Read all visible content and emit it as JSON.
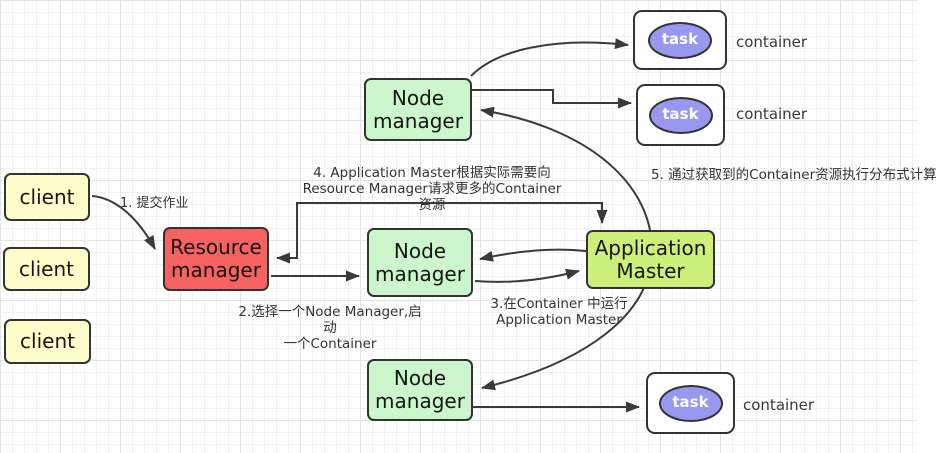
{
  "diagram": {
    "nodes": {
      "client1": {
        "label": "client"
      },
      "client2": {
        "label": "client"
      },
      "client3": {
        "label": "client"
      },
      "resource_manager": {
        "label": "Resource manager"
      },
      "node_manager_top": {
        "label": "Node manager"
      },
      "node_manager_middle": {
        "label": "Node manager"
      },
      "node_manager_bottom": {
        "label": "Node manager"
      },
      "application_master": {
        "label": "Application Master"
      },
      "task_top": {
        "label": "task"
      },
      "task_middle": {
        "label": "task"
      },
      "task_bottom": {
        "label": "task"
      },
      "container_top": {
        "label": "container"
      },
      "container_middle": {
        "label": "container"
      },
      "container_bottom": {
        "label": "container"
      }
    },
    "step_labels": {
      "step1": "1. 提交作业",
      "step2_line1": "2.选择一个Node Manager,启动",
      "step2_line2": "一个Container",
      "step3_line1": "3.在Container 中运行",
      "step3_line2": "Application Master",
      "step4_line1": "4. Application Master根据实际需要向",
      "step4_line2": "Resource Manager请求更多的Container资源",
      "step5": "5. 通过获取到的Container资源执行分布式计算"
    },
    "colors": {
      "client_fill": "#ffffcc",
      "resource_manager_fill": "#f5625f",
      "node_manager_fill": "#ccf7cc",
      "application_master_fill": "#cdf07b",
      "task_fill": "#9798ee",
      "task_text": "#ffffff",
      "container_box_fill": "#ffffff",
      "shape_border": "#333333",
      "arrow": "#3a3a3a",
      "grid_line": "#f1f1f1"
    }
  }
}
